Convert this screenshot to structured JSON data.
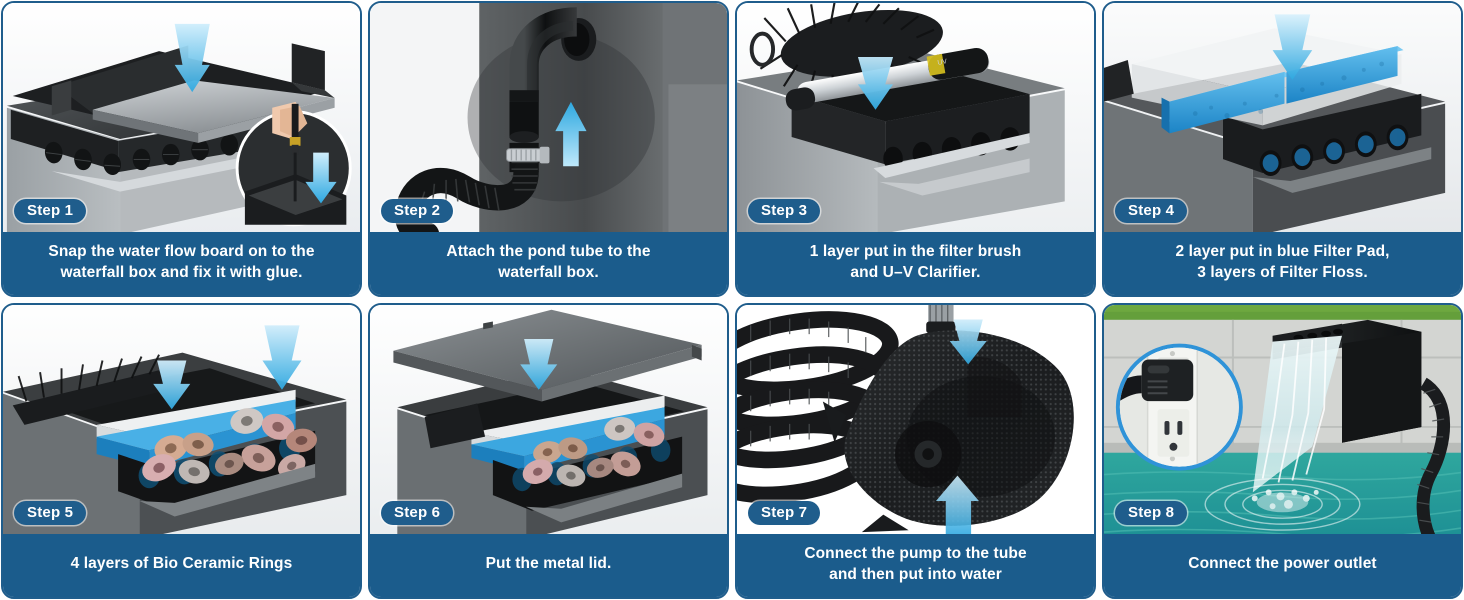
{
  "theme": {
    "accent_blue": "#1b5c8c",
    "badge_blue": "#1f5d8c",
    "arrow_blue": "#3fb4e8",
    "foam_blue": "#2a8fd0",
    "water_teal": "#2aa7a0"
  },
  "steps": [
    {
      "badge": "Step 1",
      "caption": "Snap the water flow board on to the\nwaterfall box and fix it with glue.",
      "art": "waterfall-box-flow-board",
      "elements": [
        "water-flow-board",
        "waterfall-box",
        "down-arrow-icon",
        "glue-applicator-inset"
      ]
    },
    {
      "badge": "Step 2",
      "caption": "Attach the pond tube to the\nwaterfall box.",
      "art": "pond-tube-elbow",
      "elements": [
        "elbow-fitting",
        "corrugated-hose",
        "hose-clamp",
        "up-arrow-icon"
      ]
    },
    {
      "badge": "Step 3",
      "caption": "1 layer put in the filter brush\nand U–V Clarifier.",
      "art": "filter-brush-uv-clarifier",
      "elements": [
        "filter-brush",
        "uv-clarifier-tube",
        "box-opening",
        "down-arrow-icon"
      ]
    },
    {
      "badge": "Step 4",
      "caption": "2 layer put in blue Filter Pad,\n3 layers of Filter Floss.",
      "art": "blue-filter-pad-floss",
      "elements": [
        "blue-filter-pad",
        "white-filter-floss",
        "down-arrow-icon"
      ]
    },
    {
      "badge": "Step 5",
      "caption": "4 layers of Bio Ceramic Rings",
      "art": "bio-ceramic-rings",
      "elements": [
        "bio-ceramic-rings",
        "blue-filter-pad",
        "filter-brush",
        "down-arrow-icon"
      ]
    },
    {
      "badge": "Step 6",
      "caption": "Put the metal lid.",
      "art": "metal-lid",
      "elements": [
        "metal-lid",
        "down-arrow-icon",
        "media-chamber"
      ]
    },
    {
      "badge": "Step 7",
      "caption": "Connect the pump to the tube\nand then put into water",
      "art": "pump-and-tube",
      "elements": [
        "coiled-hose",
        "mesh-pump-bag",
        "pump-outlet",
        "down-arrow-icon",
        "up-arrow-icon"
      ]
    },
    {
      "badge": "Step 8",
      "caption": "Connect the power outlet",
      "art": "installed-waterfall-pool",
      "elements": [
        "waterfall-spillway",
        "pool-water",
        "power-plug-inset",
        "wall-outlet",
        "hose"
      ]
    }
  ]
}
